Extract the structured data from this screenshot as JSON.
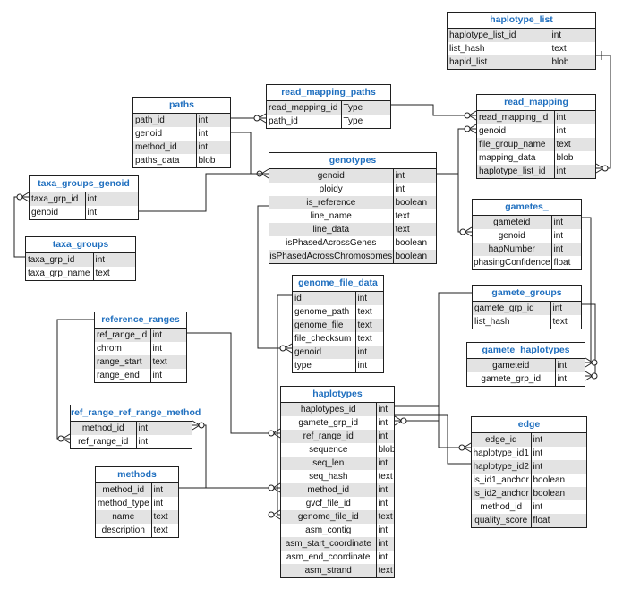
{
  "tables": [
    {
      "name": "haplotype_list",
      "center": false,
      "rows": [
        [
          "haplotype_list_id",
          "int"
        ],
        [
          "list_hash",
          "text"
        ],
        [
          "hapid_list",
          "blob"
        ]
      ]
    },
    {
      "name": "read_mapping_paths",
      "center": false,
      "rows": [
        [
          "read_mapping_id",
          "Type"
        ],
        [
          "path_id",
          "Type"
        ]
      ]
    },
    {
      "name": "paths",
      "center": false,
      "rows": [
        [
          "path_id",
          "int"
        ],
        [
          "genoid",
          "int"
        ],
        [
          "method_id",
          "int"
        ],
        [
          "paths_data",
          "blob"
        ]
      ]
    },
    {
      "name": "read_mapping",
      "center": false,
      "rows": [
        [
          "read_mapping_id",
          "int"
        ],
        [
          "genoid",
          "int"
        ],
        [
          "file_group_name",
          "text"
        ],
        [
          "mapping_data",
          "blob"
        ],
        [
          "haplotype_list_id",
          "int"
        ]
      ]
    },
    {
      "name": "genotypes",
      "center": true,
      "rows": [
        [
          "genoid",
          "int"
        ],
        [
          "ploidy",
          "int"
        ],
        [
          "is_reference",
          "boolean"
        ],
        [
          "line_name",
          "text"
        ],
        [
          "line_data",
          "text"
        ],
        [
          "isPhasedAcrossGenes",
          "boolean"
        ],
        [
          "isPhasedAcrossChromosomes",
          "boolean"
        ]
      ]
    },
    {
      "name": "taxa_groups_genoid",
      "center": false,
      "rows": [
        [
          "taxa_grp_id",
          "int"
        ],
        [
          "genoid",
          "int"
        ]
      ]
    },
    {
      "name": "gametes_",
      "center": true,
      "rows": [
        [
          "gameteid",
          "int"
        ],
        [
          "genoid",
          "int"
        ],
        [
          "hapNumber",
          "int"
        ],
        [
          "phasingConfidence",
          "float"
        ]
      ]
    },
    {
      "name": "taxa_groups",
      "center": false,
      "rows": [
        [
          "taxa_grp_id",
          "int"
        ],
        [
          "taxa_grp_name",
          "text"
        ]
      ]
    },
    {
      "name": "genome_file_data",
      "center": false,
      "rows": [
        [
          "id",
          "int"
        ],
        [
          "genome_path",
          "text"
        ],
        [
          "genome_file",
          "text"
        ],
        [
          "file_checksum",
          "text"
        ],
        [
          "genoid",
          "int"
        ],
        [
          "type",
          "int"
        ]
      ]
    },
    {
      "name": "gamete_groups",
      "center": false,
      "rows": [
        [
          "gamete_grp_id",
          "int"
        ],
        [
          "list_hash",
          "text"
        ]
      ]
    },
    {
      "name": "reference_ranges",
      "center": false,
      "rows": [
        [
          "ref_range_id",
          "int"
        ],
        [
          "chrom",
          "int"
        ],
        [
          "range_start",
          "text"
        ],
        [
          "range_end",
          "int"
        ]
      ]
    },
    {
      "name": "gamete_haplotypes",
      "center": true,
      "rows": [
        [
          "gameteid",
          "int"
        ],
        [
          "gamete_grp_id",
          "int"
        ]
      ]
    },
    {
      "name": "haplotypes",
      "center": true,
      "rows": [
        [
          "haplotypes_id",
          "int"
        ],
        [
          "gamete_grp_id",
          "int"
        ],
        [
          "ref_range_id",
          "int"
        ],
        [
          "sequence",
          "blob"
        ],
        [
          "seq_len",
          "int"
        ],
        [
          "seq_hash",
          "text"
        ],
        [
          "method_id",
          "int"
        ],
        [
          "gvcf_file_id",
          "int"
        ],
        [
          "genome_file_id",
          "text"
        ],
        [
          "asm_contig",
          "int"
        ],
        [
          "asm_start_coordinate",
          "int"
        ],
        [
          "asm_end_coordinate",
          "int"
        ],
        [
          "asm_strand",
          "text"
        ]
      ]
    },
    {
      "name": "ref_range_ref_range_method",
      "center": true,
      "rows": [
        [
          "method_id",
          "int"
        ],
        [
          "ref_range_id",
          "int"
        ]
      ]
    },
    {
      "name": "edge",
      "center": true,
      "rows": [
        [
          "edge_id",
          "int"
        ],
        [
          "haplotype_id1",
          "int"
        ],
        [
          "haplotype_id2",
          "int"
        ],
        [
          "is_id1_anchor",
          "boolean"
        ],
        [
          "is_id2_anchor",
          "boolean"
        ],
        [
          "method_id",
          "int"
        ],
        [
          "quality_score",
          "float"
        ]
      ]
    },
    {
      "name": "methods",
      "center": true,
      "rows": [
        [
          "method_id",
          "int"
        ],
        [
          "method_type",
          "int"
        ],
        [
          "name",
          "text"
        ],
        [
          "description",
          "text"
        ]
      ]
    }
  ]
}
